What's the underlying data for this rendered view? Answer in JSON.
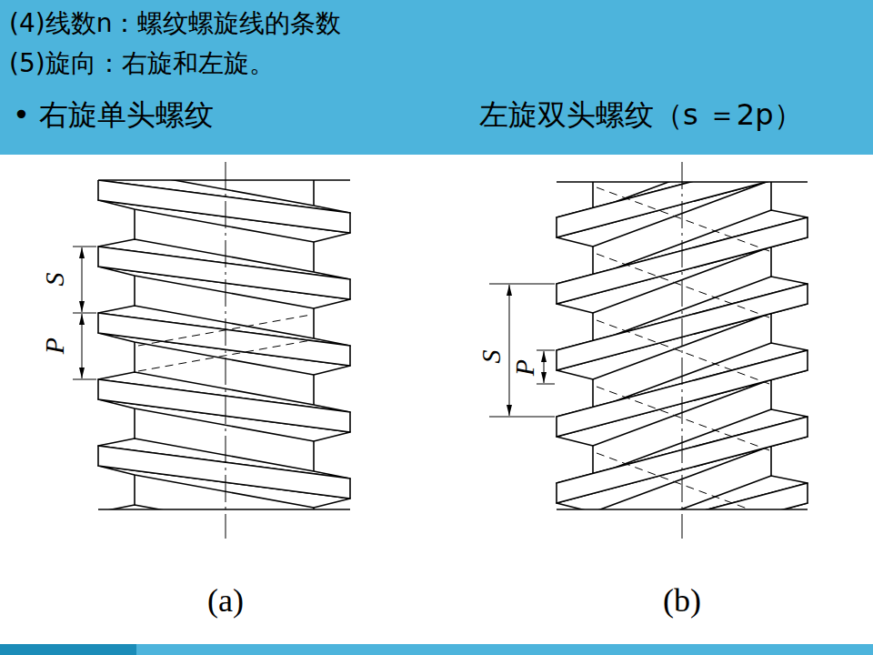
{
  "diagram": {
    "labels": [
      "(4)线数n：螺纹螺旋线的条数",
      "(5)旋向：右旋和左旋。",
      "• 右旋单头螺纹",
      "左旋双头螺纹（s ＝2p）",
      "S",
      "P",
      "S",
      "P",
      "(a)",
      "(b)"
    ]
  }
}
